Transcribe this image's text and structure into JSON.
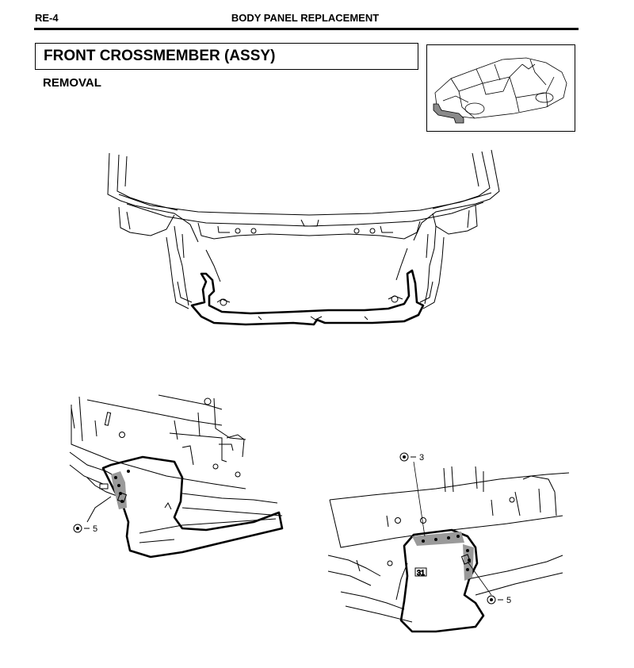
{
  "header": {
    "page_number": "RE-4",
    "section_title": "BODY PANEL REPLACEMENT"
  },
  "title": "FRONT CROSSMEMBER (ASSY)",
  "subsection": "REMOVAL",
  "figures": {
    "left_detail": {
      "callout_qty": "5"
    },
    "right_detail": {
      "callout_top_qty": "3",
      "callout_bottom_qty": "5",
      "part_tag": "31"
    }
  }
}
